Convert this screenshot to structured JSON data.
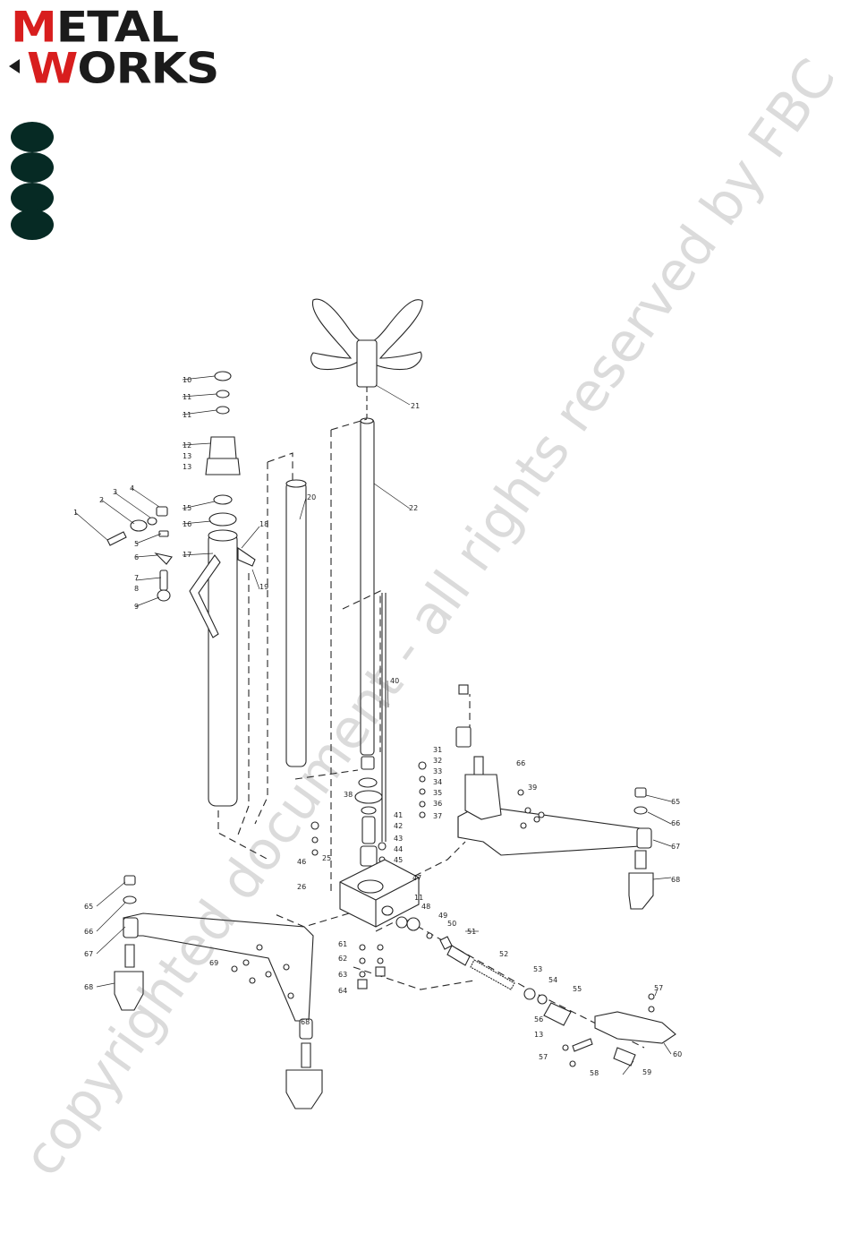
{
  "logo": {
    "line1": "METAL",
    "line2": "WORKS"
  },
  "watermark": "copyrighted document - all rights reserved by FBC",
  "part_numbers": [
    "1",
    "2",
    "3",
    "4",
    "5",
    "6",
    "7",
    "8",
    "9",
    "10",
    "11",
    "11",
    "12",
    "13",
    "13",
    "15",
    "16",
    "17",
    "18",
    "19",
    "20",
    "21",
    "22",
    "25",
    "26",
    "31",
    "32",
    "33",
    "34",
    "35",
    "36",
    "37",
    "38",
    "39",
    "40",
    "41",
    "42",
    "43",
    "44",
    "45",
    "46",
    "47",
    "11",
    "48",
    "49",
    "50",
    "51",
    "52",
    "53",
    "54",
    "55",
    "56",
    "13",
    "57",
    "57",
    "58",
    "59",
    "60",
    "61",
    "62",
    "63",
    "64",
    "65",
    "66",
    "67",
    "68",
    "65",
    "66",
    "67",
    "68",
    "66",
    "68",
    "69"
  ],
  "colors": {
    "ink": "#262626",
    "logo_red": "#d81e1e",
    "logo_black": "#1b1b1b",
    "dot": "#062a24"
  }
}
